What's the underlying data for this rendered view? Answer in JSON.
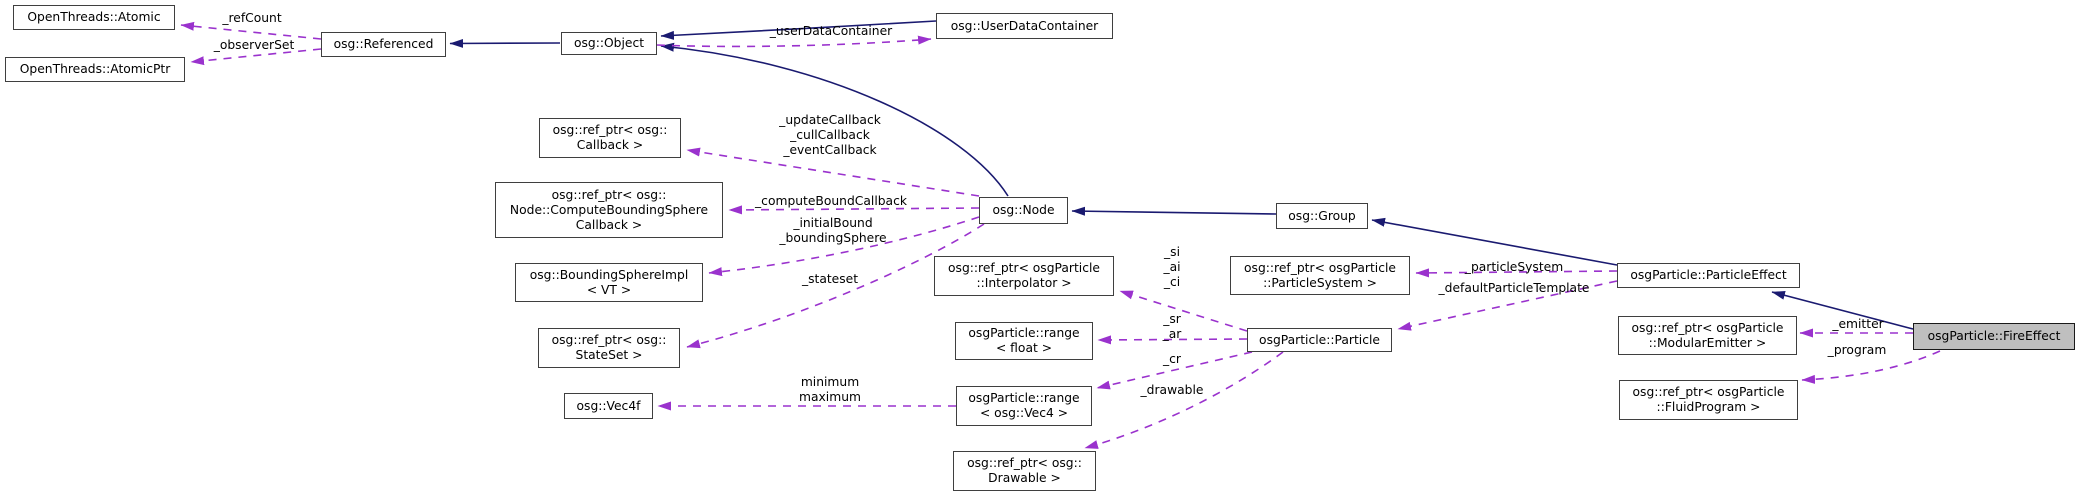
{
  "diagram": {
    "type": "doxygen-collaboration-graph",
    "focus_class": "osgParticle::FireEffect",
    "colors": {
      "inheritance_edge": "#1a1a70",
      "usage_edge": "#9a32cd",
      "node_border": "#3f3f3f",
      "node_background": "#ffffff",
      "focus_node_background": "#bfbfbf"
    },
    "nodes": {
      "atomic": {
        "lines": [
          "OpenThreads::Atomic"
        ]
      },
      "atomic_ptr": {
        "lines": [
          "OpenThreads::AtomicPtr"
        ]
      },
      "referenced": {
        "lines": [
          "osg::Referenced"
        ]
      },
      "object": {
        "lines": [
          "osg::Object"
        ]
      },
      "user_data_container": {
        "lines": [
          "osg::UserDataContainer"
        ]
      },
      "refptr_callback": {
        "lines": [
          "osg::ref_ptr< osg::",
          "Callback >"
        ]
      },
      "refptr_compute_bound": {
        "lines": [
          "osg::ref_ptr< osg::",
          "Node::ComputeBoundingSphere",
          "Callback >"
        ]
      },
      "bounding_sphere_impl": {
        "lines": [
          "osg::BoundingSphereImpl",
          "< VT >"
        ]
      },
      "refptr_stateset": {
        "lines": [
          "osg::ref_ptr< osg::",
          "StateSet >"
        ]
      },
      "vec4f": {
        "lines": [
          "osg::Vec4f"
        ]
      },
      "node": {
        "lines": [
          "osg::Node"
        ]
      },
      "group": {
        "lines": [
          "osg::Group"
        ]
      },
      "refptr_interpolator": {
        "lines": [
          "osg::ref_ptr< osgParticle",
          "::Interpolator >"
        ]
      },
      "refptr_particle_system": {
        "lines": [
          "osg::ref_ptr< osgParticle",
          "::ParticleSystem >"
        ]
      },
      "range_float": {
        "lines": [
          "osgParticle::range",
          "< float >"
        ]
      },
      "particle": {
        "lines": [
          "osgParticle::Particle"
        ]
      },
      "range_vec4": {
        "lines": [
          "osgParticle::range",
          "< osg::Vec4 >"
        ]
      },
      "refptr_drawable": {
        "lines": [
          "osg::ref_ptr< osg::",
          "Drawable >"
        ]
      },
      "particle_effect": {
        "lines": [
          "osgParticle::ParticleEffect"
        ]
      },
      "refptr_modular_emitter": {
        "lines": [
          "osg::ref_ptr< osgParticle",
          "::ModularEmitter >"
        ]
      },
      "refptr_fluid_program": {
        "lines": [
          "osg::ref_ptr< osgParticle",
          "::FluidProgram >"
        ]
      },
      "fire_effect": {
        "lines": [
          "osgParticle::FireEffect"
        ]
      }
    },
    "edge_labels": {
      "ref_count": {
        "lines": [
          "_refCount"
        ]
      },
      "observer_set": {
        "lines": [
          "_observerSet"
        ]
      },
      "user_data_container": {
        "lines": [
          "_userDataContainer"
        ]
      },
      "node_callbacks": {
        "lines": [
          "_updateCallback",
          "_cullCallback",
          "_eventCallback"
        ]
      },
      "compute_bound_callback": {
        "lines": [
          "_computeBoundCallback"
        ]
      },
      "bounds": {
        "lines": [
          "_initialBound",
          "_boundingSphere"
        ]
      },
      "stateset": {
        "lines": [
          "_stateset"
        ]
      },
      "min_max": {
        "lines": [
          "minimum",
          "maximum"
        ]
      },
      "si_ai_ci": {
        "lines": [
          "_si",
          "_ai",
          "_ci"
        ]
      },
      "sr_ar": {
        "lines": [
          "_sr",
          "_ar"
        ]
      },
      "cr": {
        "lines": [
          "_cr"
        ]
      },
      "drawable": {
        "lines": [
          "_drawable"
        ]
      },
      "particle_system": {
        "lines": [
          "_particleSystem"
        ]
      },
      "default_particle_template": {
        "lines": [
          "_defaultParticleTemplate"
        ]
      },
      "emitter": {
        "lines": [
          "_emitter"
        ]
      },
      "program": {
        "lines": [
          "_program"
        ]
      }
    }
  }
}
